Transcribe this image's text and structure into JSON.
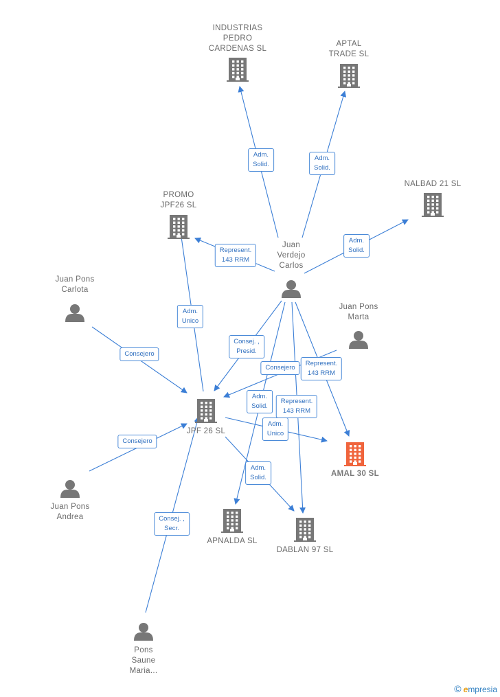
{
  "colors": {
    "edge": "#3c7fd6",
    "company": "#777777",
    "company_focus": "#f0643c",
    "person": "#777777"
  },
  "nodes": [
    {
      "id": "industrias",
      "type": "company",
      "label": "INDUSTRIAS\nPEDRO\nCARDENAS SL"
    },
    {
      "id": "aptal",
      "type": "company",
      "label": "APTAL\nTRADE  SL"
    },
    {
      "id": "nalbad",
      "type": "company",
      "label": "NALBAD 21  SL"
    },
    {
      "id": "promo",
      "type": "company",
      "label": "PROMO\nJPF26  SL"
    },
    {
      "id": "juan_verdejo",
      "type": "person",
      "label": "Juan\nVerdejo\nCarlos"
    },
    {
      "id": "juan_carlota",
      "type": "person",
      "label": "Juan Pons\nCarlota"
    },
    {
      "id": "juan_marta",
      "type": "person",
      "label": "Juan Pons\nMarta"
    },
    {
      "id": "jpf26",
      "type": "company",
      "label": "JPF 26  SL"
    },
    {
      "id": "amal",
      "type": "company_focus",
      "label": "AMAL 30  SL"
    },
    {
      "id": "juan_andrea",
      "type": "person",
      "label": "Juan Pons\nAndrea"
    },
    {
      "id": "apnalda",
      "type": "company",
      "label": "APNALDA  SL"
    },
    {
      "id": "dablan",
      "type": "company",
      "label": "DABLAN 97  SL"
    },
    {
      "id": "pons_saune",
      "type": "person",
      "label": "Pons\nSaune\nMaria..."
    }
  ],
  "edges": [
    {
      "from": "juan_verdejo",
      "to": "industrias",
      "label": "Adm.\nSolid."
    },
    {
      "from": "juan_verdejo",
      "to": "aptal",
      "label": "Adm.\nSolid."
    },
    {
      "from": "juan_verdejo",
      "to": "nalbad",
      "label": "Adm.\nSolid."
    },
    {
      "from": "juan_verdejo",
      "to": "promo",
      "label": "Represent.\n143 RRM"
    },
    {
      "from": "jpf26",
      "to": "promo",
      "label": "Adm.\nUnico"
    },
    {
      "from": "juan_carlota",
      "to": "jpf26",
      "label": "Consejero"
    },
    {
      "from": "juan_verdejo",
      "to": "jpf26",
      "label": "Consej. ,\nPresid."
    },
    {
      "from": "juan_marta",
      "to": "jpf26",
      "label": "Consejero"
    },
    {
      "from": "juan_verdejo",
      "to": "amal",
      "label": "Represent.\n143 RRM"
    },
    {
      "from": "juan_verdejo",
      "to": "apnalda",
      "label": "Adm.\nSolid."
    },
    {
      "from": "juan_verdejo",
      "to": "dablan",
      "label": "Represent.\n143 RRM"
    },
    {
      "from": "jpf26",
      "to": "amal",
      "label": "Adm.\nUnico"
    },
    {
      "from": "jpf26",
      "to": "dablan",
      "label": "Adm.\nSolid."
    },
    {
      "from": "juan_andrea",
      "to": "jpf26",
      "label": "Consejero"
    },
    {
      "from": "pons_saune",
      "to": "jpf26",
      "label": "Consej. ,\nSecr."
    }
  ],
  "brand": {
    "copyright": "©",
    "initial": "e",
    "rest": "mpresia"
  }
}
